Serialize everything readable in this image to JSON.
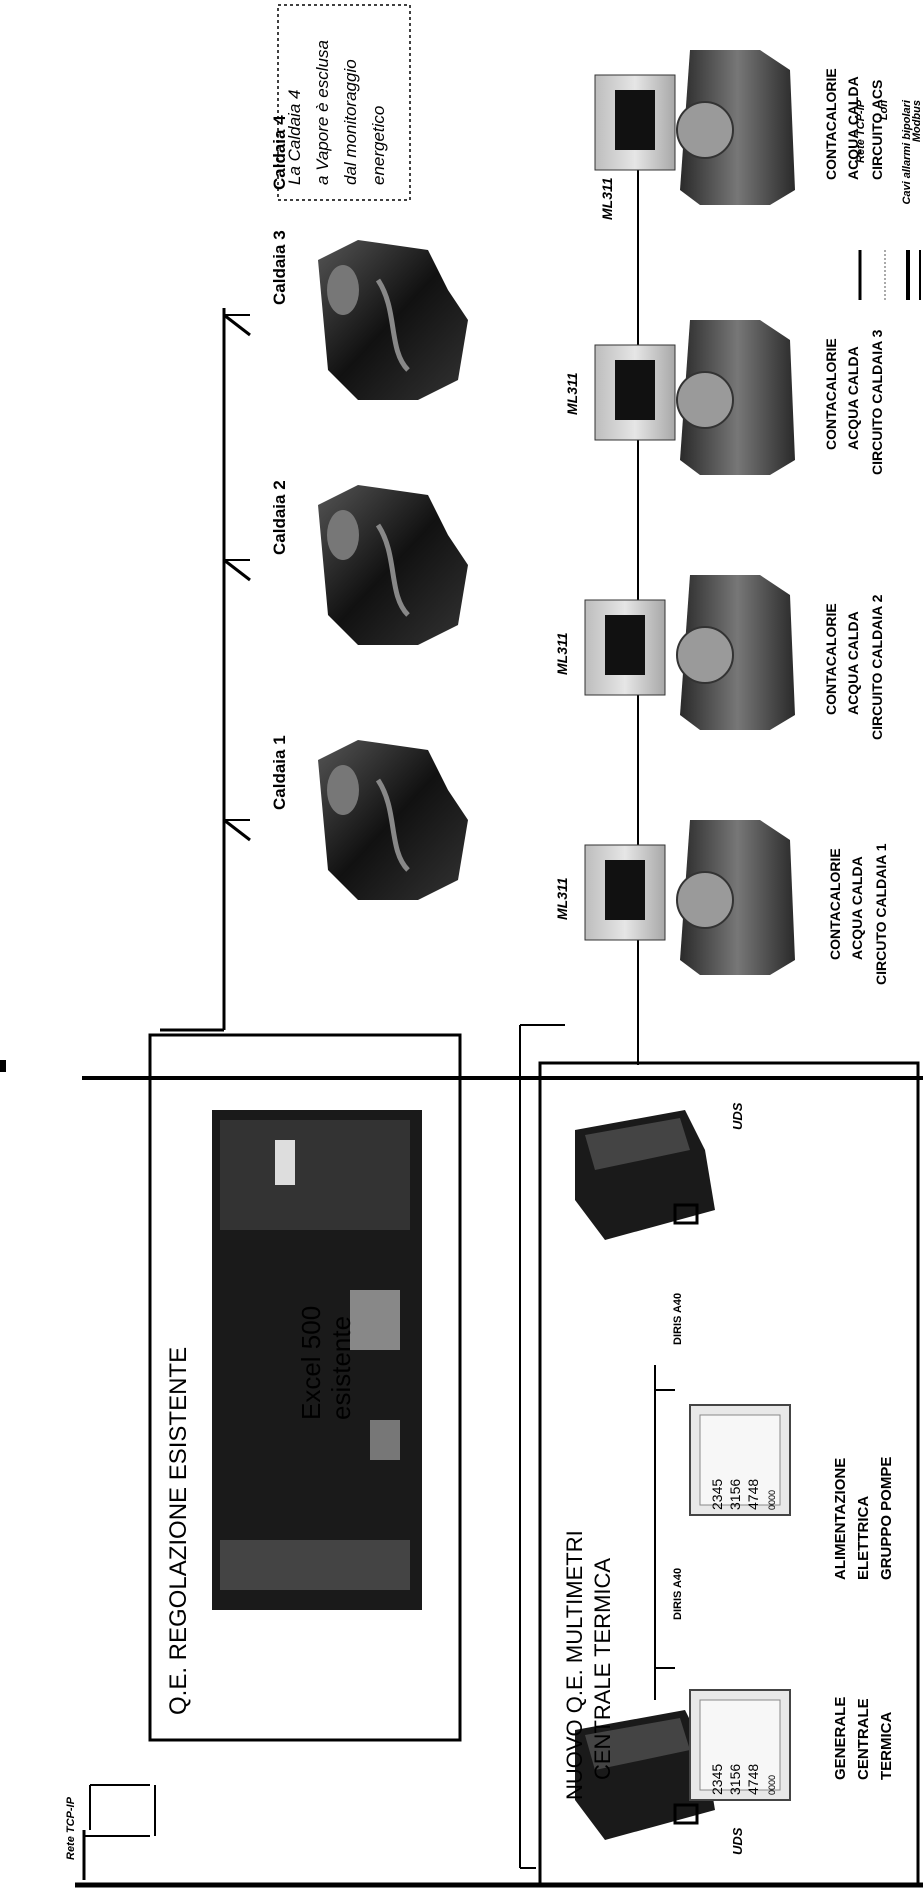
{
  "legend": {
    "items": [
      {
        "label": "Rete TCP-IP",
        "style": "solid-thick"
      },
      {
        "label": "Lon",
        "style": "dotted-light"
      },
      {
        "label": "Cavi allarmi bipolari",
        "style": "solid-heavy"
      },
      {
        "label": "Modbus",
        "style": "solid-thin"
      }
    ]
  },
  "network": {
    "tcp_label": "Rete TCP-IP"
  },
  "panel_existing": {
    "title": "Q.E. REGOLAZIONE ESISTENTE",
    "device_line1": "Excel 500",
    "device_line2": "esistente"
  },
  "panel_new": {
    "title_line1": "NUOVO Q.E. MULTIMETRI",
    "title_line2": "CENTRALE TERMICA",
    "uds_label": "UDS",
    "meters": [
      {
        "model": "DIRIS A40",
        "desc": [
          "GENERALE",
          "CENTRALE",
          "TERMICA"
        ],
        "display": [
          "2345",
          "3156",
          "4748",
          "0000"
        ]
      },
      {
        "model": "DIRIS A40",
        "desc": [
          "ALIMENTAZIONE",
          "ELETTRICA",
          "GRUPPO POMPE"
        ],
        "display": [
          "2345",
          "3156",
          "4748",
          "0000"
        ]
      }
    ]
  },
  "boilers": [
    {
      "label": "Caldaia 1"
    },
    {
      "label": "Caldaia 2"
    },
    {
      "label": "Caldaia 3"
    }
  ],
  "boiler4": {
    "label": "Caldaia 4",
    "note": [
      "La Caldaia 4",
      "a Vapore è esclusa",
      "dal monitoraggio",
      "energetico"
    ]
  },
  "heat_meters": [
    {
      "module": "ML311",
      "desc": [
        "CONTACALORIE",
        "ACQUA CALDA",
        "CIRCUTO CALDAIA 1"
      ]
    },
    {
      "module": "ML311",
      "desc": [
        "CONTACALORIE",
        "ACQUA CALDA",
        "CIRCUITO CALDAIA 2"
      ]
    },
    {
      "module": "ML311",
      "desc": [
        "CONTACALORIE",
        "ACQUA CALDA",
        "CIRCUITO CALDAIA 3"
      ]
    },
    {
      "module": "ML311",
      "desc": [
        "CONTACALORIE",
        "ACQUA CALDA",
        "CIRCUITO ACS"
      ]
    }
  ]
}
